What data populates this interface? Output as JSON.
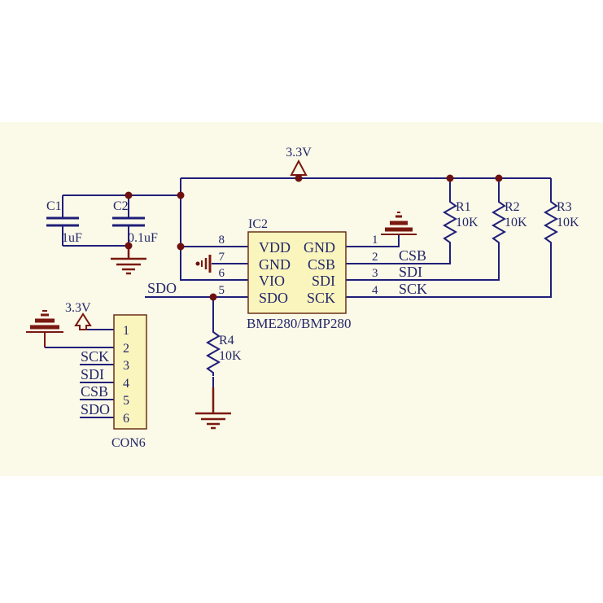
{
  "colors": {
    "background": "#ffffff",
    "canvas": "#fbf9e7",
    "wire": "#1f1f7a",
    "symbol": "#7a180f",
    "text": "#23276b",
    "component_fill": "#faf5bd",
    "component_border": "#6b3016"
  },
  "power": {
    "rail_label": "3.3V",
    "connector_label": "3.3V"
  },
  "capacitors": [
    {
      "ref": "C1",
      "value": "1uF"
    },
    {
      "ref": "C2",
      "value": "0.1uF"
    }
  ],
  "ic": {
    "ref": "IC2",
    "part": "BME280/BMP280",
    "left_pins": [
      {
        "num": "8",
        "name": "VDD"
      },
      {
        "num": "7",
        "name": "GND"
      },
      {
        "num": "6",
        "name": "VIO"
      },
      {
        "num": "5",
        "name": "SDO"
      }
    ],
    "right_pins": [
      {
        "num": "1",
        "name": "GND",
        "net_label": ""
      },
      {
        "num": "2",
        "name": "CSB",
        "net_label": "CSB"
      },
      {
        "num": "3",
        "name": "SDI",
        "net_label": "SDI"
      },
      {
        "num": "4",
        "name": "SCK",
        "net_label": "SCK"
      }
    ]
  },
  "resistors": [
    {
      "ref": "R1",
      "value": "10K"
    },
    {
      "ref": "R2",
      "value": "10K"
    },
    {
      "ref": "R3",
      "value": "10K"
    },
    {
      "ref": "R4",
      "value": "10K"
    }
  ],
  "connector": {
    "ref": "CON6",
    "pin_numbers": [
      "1",
      "2",
      "3",
      "4",
      "5",
      "6"
    ],
    "net_labels": [
      "SCK",
      "SDI",
      "CSB",
      "SDO"
    ]
  },
  "nets": {
    "sdo": "SDO"
  }
}
